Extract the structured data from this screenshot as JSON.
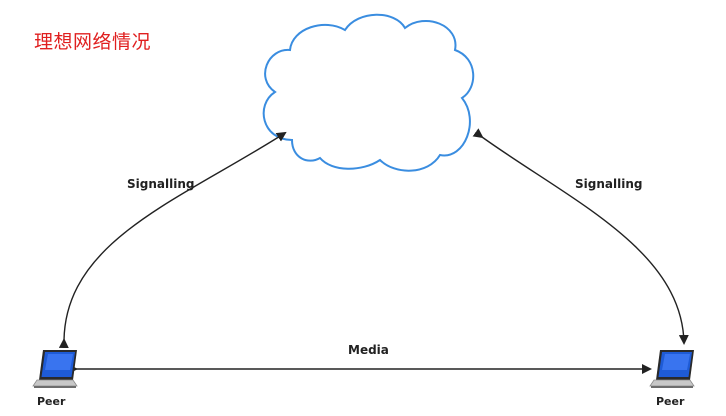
{
  "title": "理想网络情况",
  "diagram": {
    "signalling_left": "Signalling",
    "signalling_right": "Signalling",
    "media": "Media",
    "peer_left": "Peer",
    "peer_right": "Peer"
  },
  "colors": {
    "title": "#e02020",
    "cloud_stroke": "#3a8de0",
    "arrow": "#222222",
    "laptop_screen": "#1e5bd6"
  },
  "icons": {
    "cloud": "cloud-icon",
    "laptop": "laptop-icon"
  }
}
